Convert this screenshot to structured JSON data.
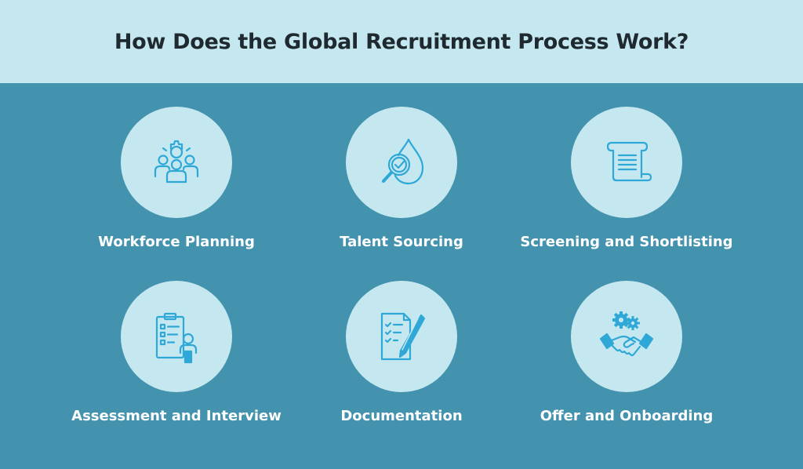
{
  "header": {
    "title": "How Does the Global Recruitment Process Work?"
  },
  "steps": [
    {
      "label": "Workforce Planning",
      "icon": "team-gear-icon"
    },
    {
      "label": "Talent Sourcing",
      "icon": "magnifier-drop-icon"
    },
    {
      "label": "Screening and Shortlisting",
      "icon": "scroll-icon"
    },
    {
      "label": "Assessment and Interview",
      "icon": "clipboard-person-icon"
    },
    {
      "label": "Documentation",
      "icon": "document-pen-icon"
    },
    {
      "label": "Offer and Onboarding",
      "icon": "handshake-gears-icon"
    }
  ],
  "colors": {
    "header_bg": "#c5e8f0",
    "main_bg": "#4393ae",
    "circle_bg": "#c5e8f0",
    "icon_stroke": "#2fa8d8",
    "label_text": "#ffffff",
    "title_text": "#1f2a30"
  }
}
